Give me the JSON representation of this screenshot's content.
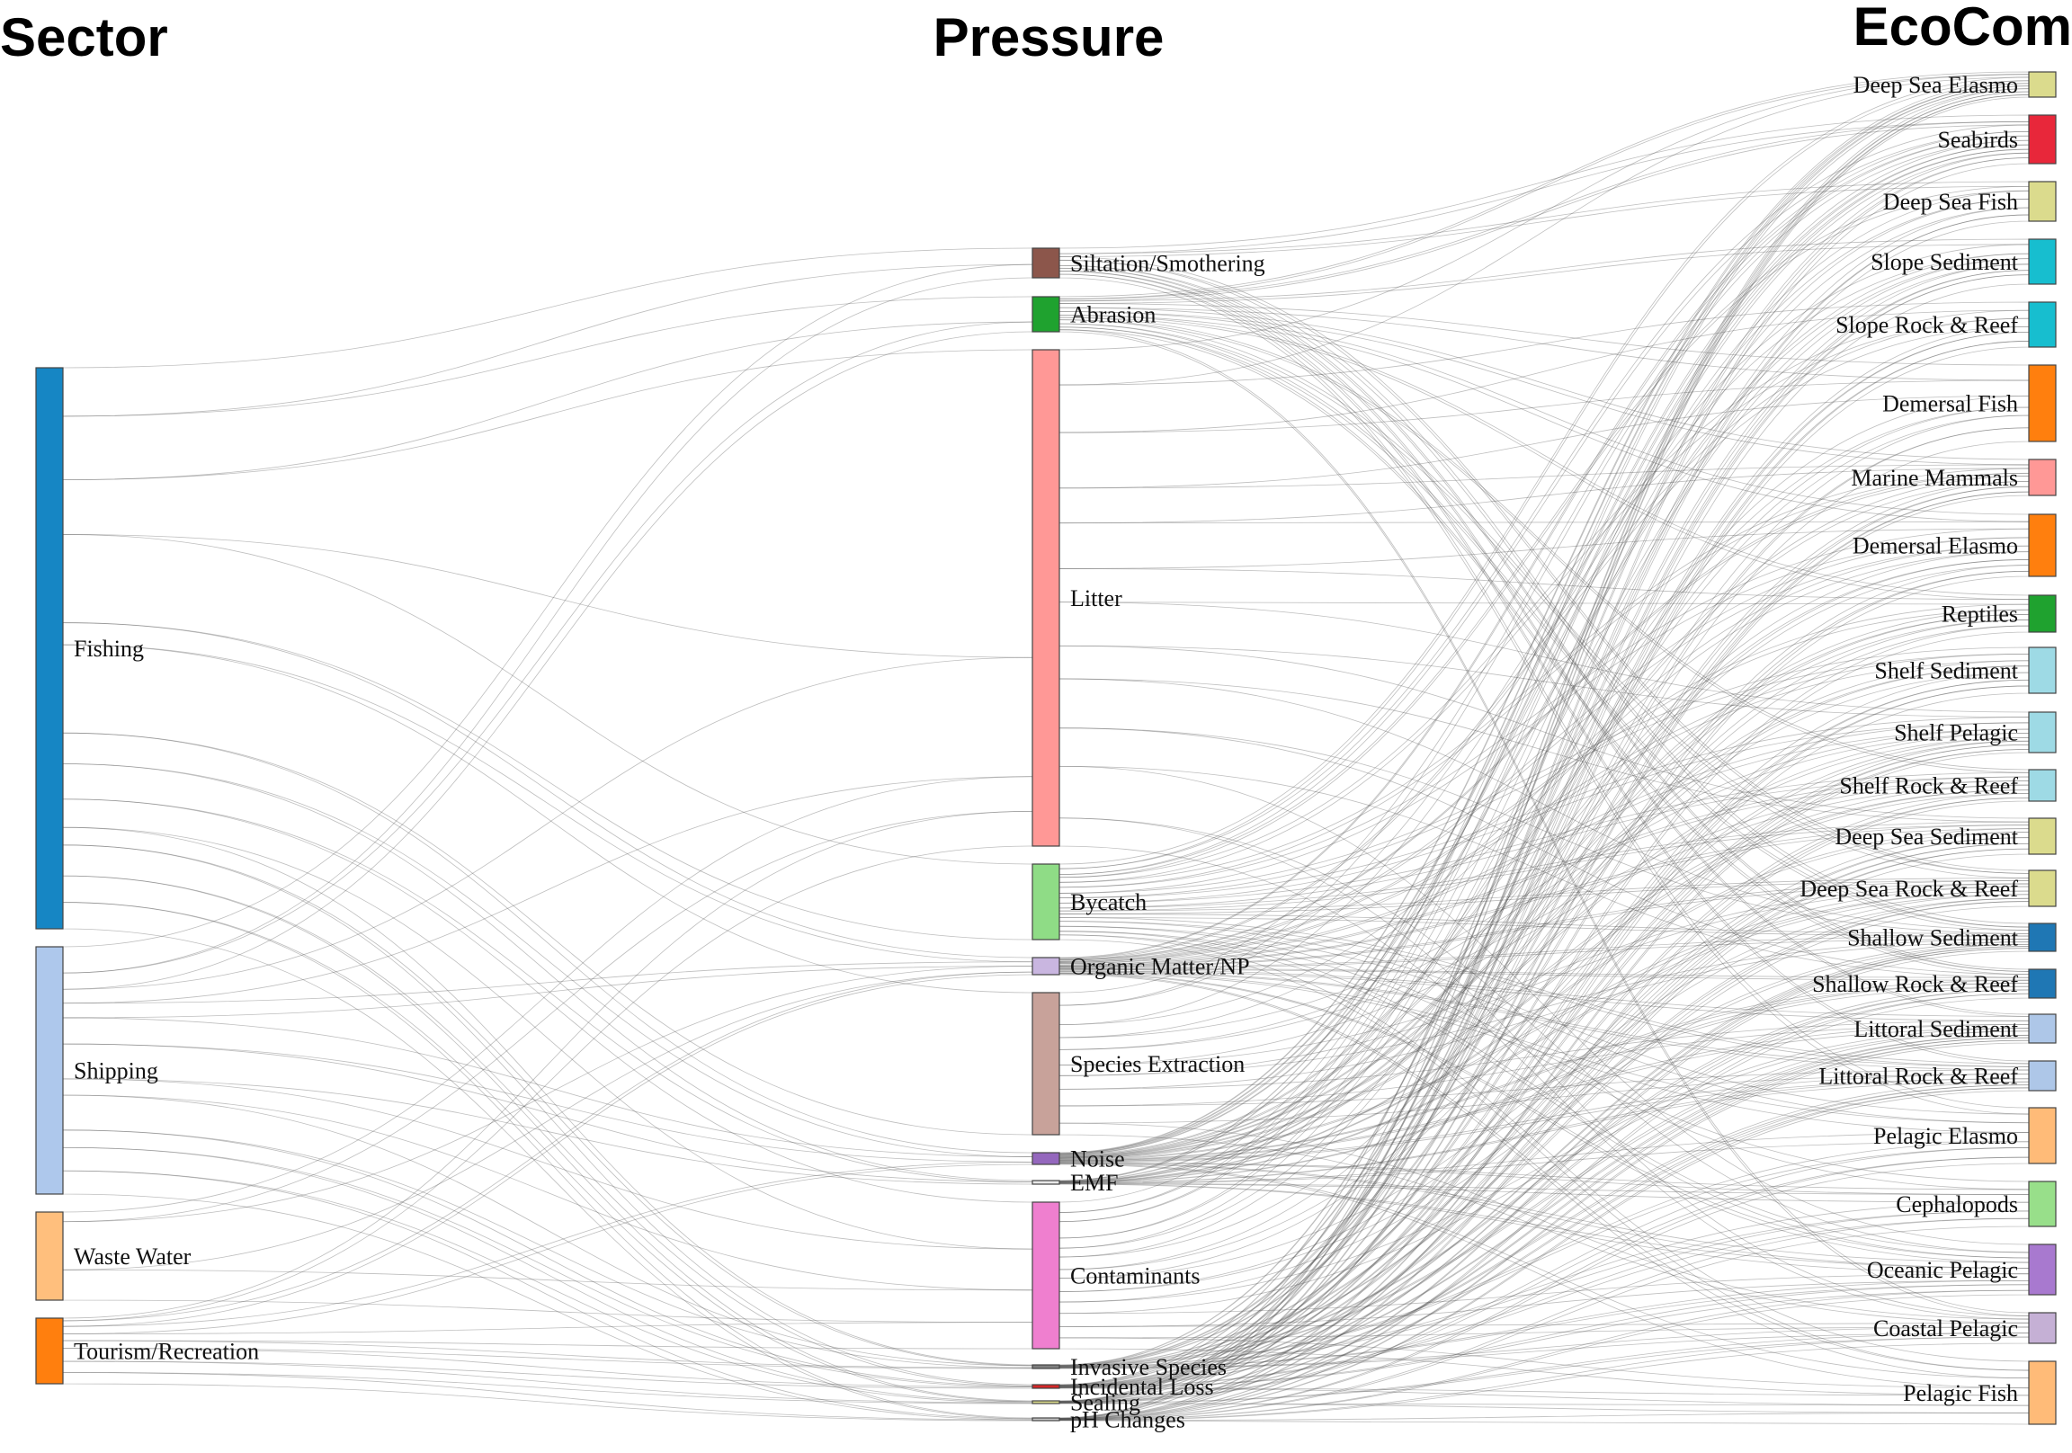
{
  "chart_data": {
    "type": "sankey",
    "columns": [
      "Sector",
      "Pressure",
      "EcoCom"
    ],
    "sectors": [
      {
        "name": "Fishing",
        "color": "#1686c4"
      },
      {
        "name": "Shipping",
        "color": "#aec8ec"
      },
      {
        "name": "Waste Water",
        "color": "#ffbf7d"
      },
      {
        "name": "Tourism/Recreation",
        "color": "#ff7f0e"
      }
    ],
    "pressures": [
      {
        "name": "Siltation/Smothering",
        "color": "#8c564b"
      },
      {
        "name": "Abrasion",
        "color": "#1fa22f"
      },
      {
        "name": "Litter",
        "color": "#ff9896"
      },
      {
        "name": "Bycatch",
        "color": "#8fdc86"
      },
      {
        "name": "Organic Matter/NP",
        "color": "#c9b6e0"
      },
      {
        "name": "Species Extraction",
        "color": "#c8a29a"
      },
      {
        "name": "Noise",
        "color": "#9467bd"
      },
      {
        "name": "EMF",
        "color": "#e8e8e8"
      },
      {
        "name": "Contaminants",
        "color": "#ef7fcf"
      },
      {
        "name": "Invasive Species",
        "color": "#7f7f7f"
      },
      {
        "name": "Incidental Loss",
        "color": "#d62728"
      },
      {
        "name": "Sealing",
        "color": "#dbdb8d"
      },
      {
        "name": "pH Changes",
        "color": "#c7c7c7"
      }
    ],
    "ecocoms": [
      {
        "name": "Deep Sea Elasmo",
        "color": "#dbdb8d"
      },
      {
        "name": "Seabirds",
        "color": "#e8273a"
      },
      {
        "name": "Deep Sea Fish",
        "color": "#dbdb8d"
      },
      {
        "name": "Slope Sediment",
        "color": "#17becf"
      },
      {
        "name": "Slope Rock & Reef",
        "color": "#17becf"
      },
      {
        "name": "Demersal Fish",
        "color": "#ff7f0e"
      },
      {
        "name": "Marine Mammals",
        "color": "#ff9896"
      },
      {
        "name": "Demersal Elasmo",
        "color": "#ff7f0e"
      },
      {
        "name": "Reptiles",
        "color": "#1fa22f"
      },
      {
        "name": "Shelf Sediment",
        "color": "#9edae5"
      },
      {
        "name": "Shelf Pelagic",
        "color": "#9edae5"
      },
      {
        "name": "Shelf Rock & Reef",
        "color": "#9edae5"
      },
      {
        "name": "Deep Sea Sediment",
        "color": "#dbdb8d"
      },
      {
        "name": "Deep Sea Rock & Reef",
        "color": "#dbdb8d"
      },
      {
        "name": "Shallow Sediment",
        "color": "#1f77b4"
      },
      {
        "name": "Shallow Rock & Reef",
        "color": "#1f77b4"
      },
      {
        "name": "Littoral Sediment",
        "color": "#aec7e8"
      },
      {
        "name": "Littoral Rock & Reef",
        "color": "#aec7e8"
      },
      {
        "name": "Pelagic Elasmo",
        "color": "#ffbb78"
      },
      {
        "name": "Cephalopods",
        "color": "#98df8a"
      },
      {
        "name": "Oceanic Pelagic",
        "color": "#a879cf"
      },
      {
        "name": "Coastal Pelagic",
        "color": "#c5b0d5"
      },
      {
        "name": "Pelagic Fish",
        "color": "#ffbb78"
      }
    ],
    "link_color": "#9a9a9a"
  }
}
